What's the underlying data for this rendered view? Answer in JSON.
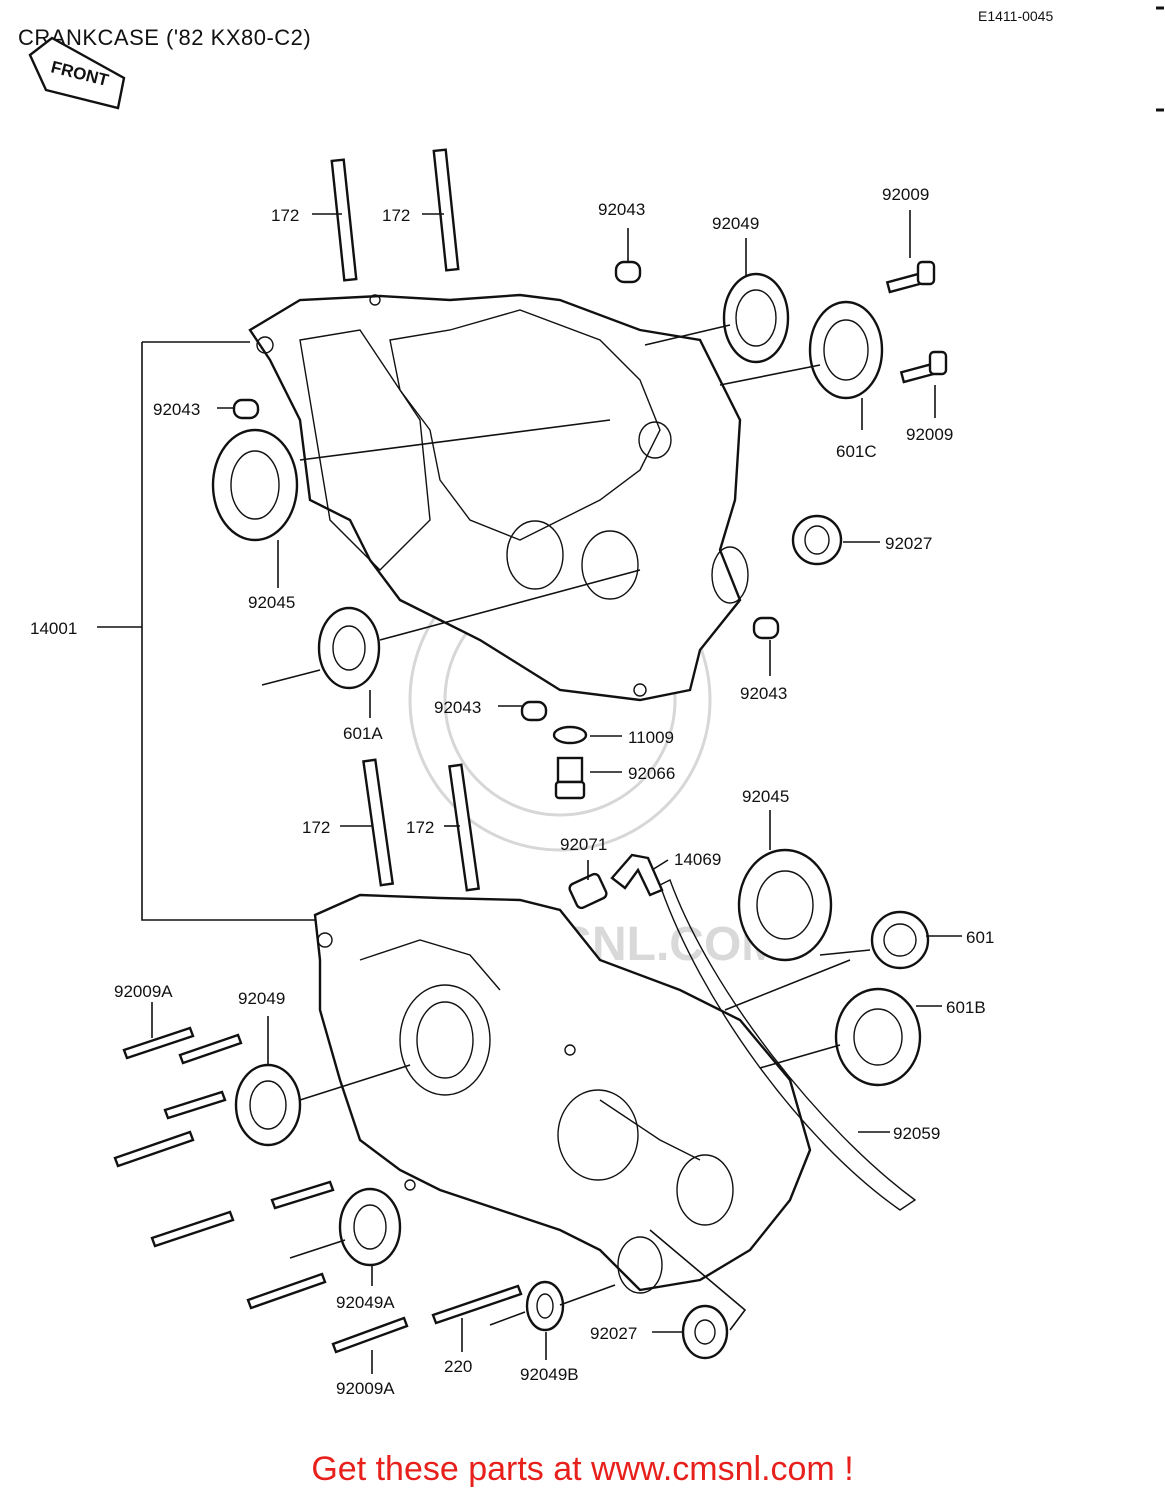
{
  "title": "CRANKCASE ('82 KX80-C2)",
  "diagram_code": "E1411-0045",
  "front_label": "FRONT",
  "watermark": "WWW.CMSNL.COM",
  "footer": "Get these parts at www.cmsnl.com !",
  "footer_color": "#e8201c",
  "labels": {
    "stud_ul_1": "172",
    "stud_ul_2": "172",
    "pin_upper": "92043",
    "seal_upper": "92049",
    "bolt_upper": "92009",
    "bearing_601c": "601C",
    "bolt_upper_2": "92009",
    "collar_upper": "92027",
    "pin_left": "92043",
    "bearing_left": "92045",
    "crankcase": "14001",
    "bearing_601a": "601A",
    "pin_right": "92043",
    "pin_center": "92043",
    "washer": "11009",
    "plug": "92066",
    "stud_ll_1": "172",
    "stud_ll_2": "172",
    "nipple": "92071",
    "fitting": "14069",
    "bearing_lower": "92045",
    "bearing_601": "601",
    "bearing_601b": "601B",
    "hose": "92059",
    "bolt_a": "92009A",
    "seal_lower": "92049",
    "seal_lower_a": "92049A",
    "bolt_a_2": "92009A",
    "bolt_220": "220",
    "seal_b": "92049B",
    "collar_lower": "92027"
  }
}
